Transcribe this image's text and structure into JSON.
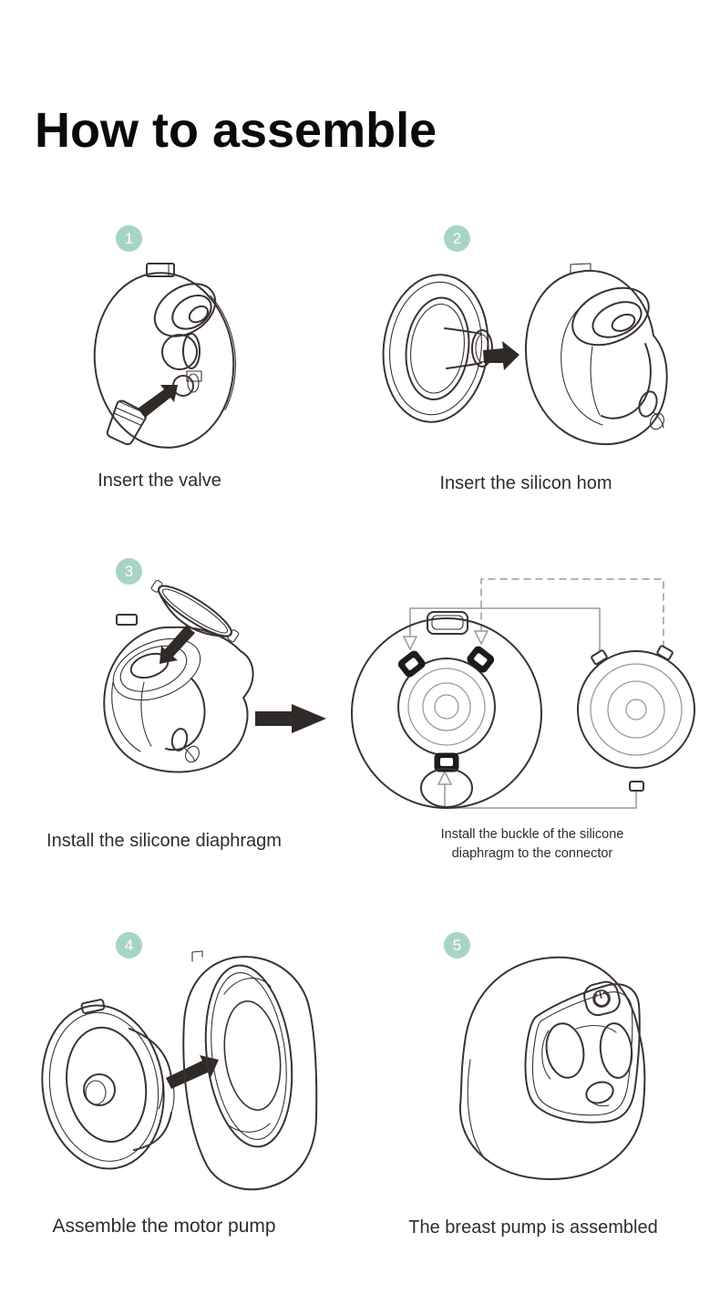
{
  "title": "How to assemble",
  "colors": {
    "badge": "#a6d4c6",
    "ink": "#2f2a28",
    "line": "#3b3332",
    "gray": "#9a9a9a",
    "text": "#332b2b"
  },
  "steps": [
    {
      "num": "1",
      "caption": "Insert the valve"
    },
    {
      "num": "2",
      "caption": "Insert the silicon hom"
    },
    {
      "num": "3",
      "caption": "Install the silicone diaphragm",
      "caption_right": [
        "Install the buckle of the silicone",
        "diaphragm to the connector"
      ]
    },
    {
      "num": "4",
      "caption": "Assemble the motor pump"
    },
    {
      "num": "5",
      "caption": "The breast pump is assembled"
    }
  ]
}
